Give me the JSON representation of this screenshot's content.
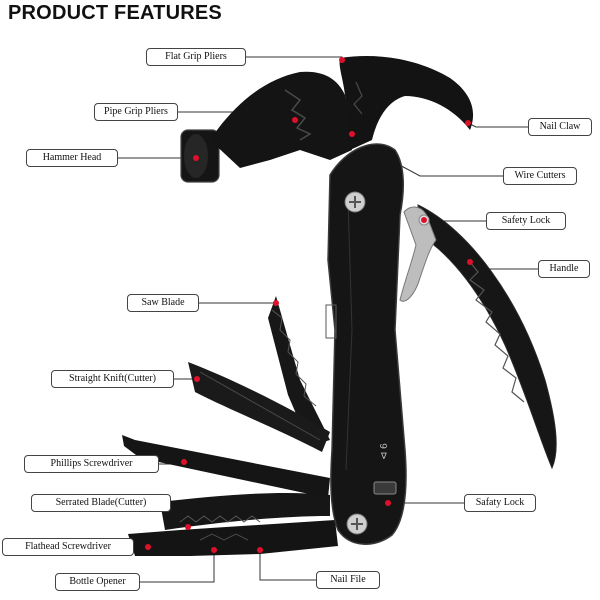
{
  "title": "PRODUCT FEATURES",
  "colors": {
    "tool": "#141414",
    "tool_edge": "#3a3a3a",
    "marker": "#e0102a",
    "line": "#333333"
  },
  "labels": {
    "flat_grip_pliers": "Flat Grip Pliers",
    "pipe_grip_pliers": "Pipe Grip Pliers",
    "hammer_head": "Hammer Head",
    "nail_claw": "Nail Claw",
    "wire_cutters": "Wire Cutters",
    "safety_lock_top": "Safety Lock",
    "handle": "Handle",
    "saw_blade": "Saw Blade",
    "straight_knife": "Straight Knift(Cutter)",
    "phillips_screwdriver": "Phillips Screwdriver",
    "safaty_lock_bottom": "Safaty Lock",
    "serrated_blade": "Serrated Blade(Cutter)",
    "flathead_screwdriver": "Flathead Screwdriver",
    "bottle_opener": "Bottle Opener",
    "nail_file": "Nail File"
  }
}
